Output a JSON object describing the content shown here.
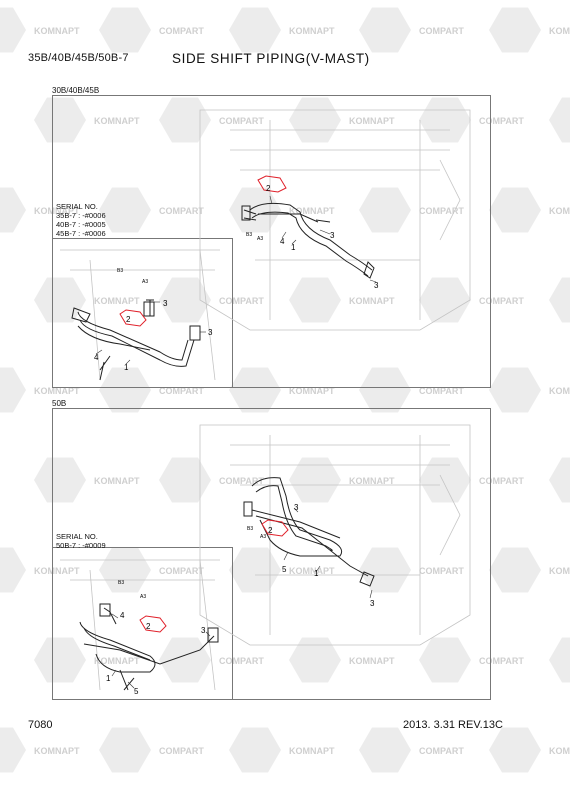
{
  "header": {
    "model": "35B/40B/45B/50B-7",
    "title": "SIDE SHIFT PIPING(V-MAST)"
  },
  "watermark": {
    "text_a": "KOMNAPT",
    "text_b": "COMPART",
    "color": "#cfcfcf"
  },
  "panel1": {
    "label": "30B/40B/45B",
    "serial_title": "SERIAL NO.",
    "serial_lines": [
      "35B-7 : -#0006",
      "40B-7 : -#0005",
      "45B-7 : -#0006"
    ],
    "callouts": {
      "c2_main": "2",
      "c3_a": "3",
      "c3_b": "3",
      "c4_main": "4",
      "c1_main": "1",
      "b3": "B3",
      "a3": "A3",
      "inset_b3": "B3",
      "inset_a3": "A3",
      "inset_2": "2",
      "inset_3a": "3",
      "inset_3b": "3",
      "inset_4": "4",
      "inset_1": "1"
    }
  },
  "panel2": {
    "label": "50B",
    "serial_title": "SERIAL NO.",
    "serial_lines": [
      "50B-7 : -#0009"
    ],
    "callouts": {
      "c3_top": "3",
      "b3": "B3",
      "a3": "A3",
      "c2_main": "2",
      "c5_main": "5",
      "c1_main": "1",
      "c3_bot": "3",
      "inset_b3": "B3",
      "inset_a3": "A3",
      "inset_4": "4",
      "inset_2": "2",
      "inset_3": "3",
      "inset_1": "1",
      "inset_5": "5"
    }
  },
  "footer": {
    "page": "7080",
    "revision": "2013. 3.31  REV.13C"
  },
  "colors": {
    "highlight": "#e0202a",
    "line": "#222222",
    "ghost": "#b8b8b8"
  }
}
